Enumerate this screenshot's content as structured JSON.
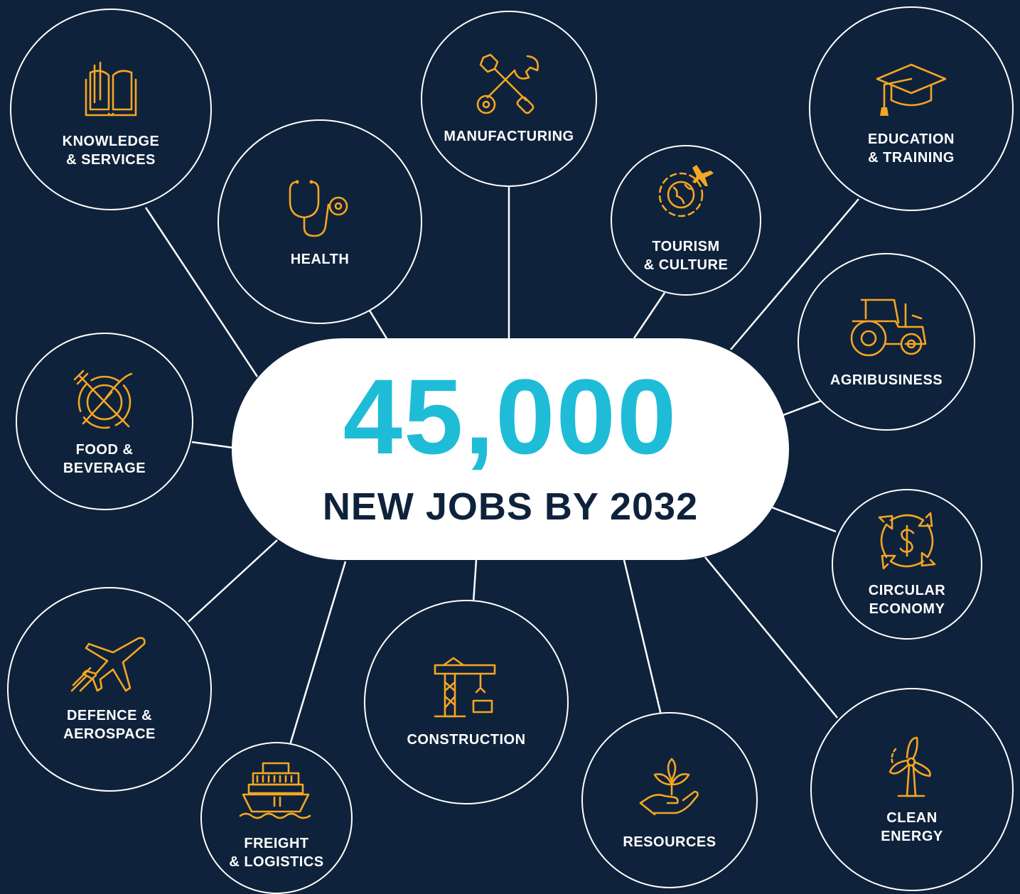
{
  "center": {
    "number": "45,000",
    "subtitle": "NEW JOBS BY 2032"
  },
  "colors": {
    "background": "#0f223b",
    "accent_icon": "#f5a623",
    "number": "#1fbcd8",
    "line": "#ffffff"
  },
  "sectors": [
    {
      "label": "KNOWLEDGE\n& SERVICES",
      "icon": "book-icon"
    },
    {
      "label": "HEALTH",
      "icon": "stethoscope-icon"
    },
    {
      "label": "MANUFACTURING",
      "icon": "tools-icon"
    },
    {
      "label": "TOURISM\n& CULTURE",
      "icon": "globe-plane-icon"
    },
    {
      "label": "EDUCATION\n& TRAINING",
      "icon": "graduation-cap-icon"
    },
    {
      "label": "AGRIBUSINESS",
      "icon": "tractor-icon"
    },
    {
      "label": "FOOD &\nBEVERAGE",
      "icon": "plate-cutlery-icon"
    },
    {
      "label": "CIRCULAR\nECONOMY",
      "icon": "recycle-dollar-icon"
    },
    {
      "label": "DEFENCE &\nAEROSPACE",
      "icon": "airplane-icon"
    },
    {
      "label": "CONSTRUCTION",
      "icon": "crane-icon"
    },
    {
      "label": "CLEAN\nENERGY",
      "icon": "wind-turbine-icon"
    },
    {
      "label": "FREIGHT\n& LOGISTICS",
      "icon": "cargo-ship-icon"
    },
    {
      "label": "RESOURCES",
      "icon": "hand-plant-icon"
    }
  ]
}
